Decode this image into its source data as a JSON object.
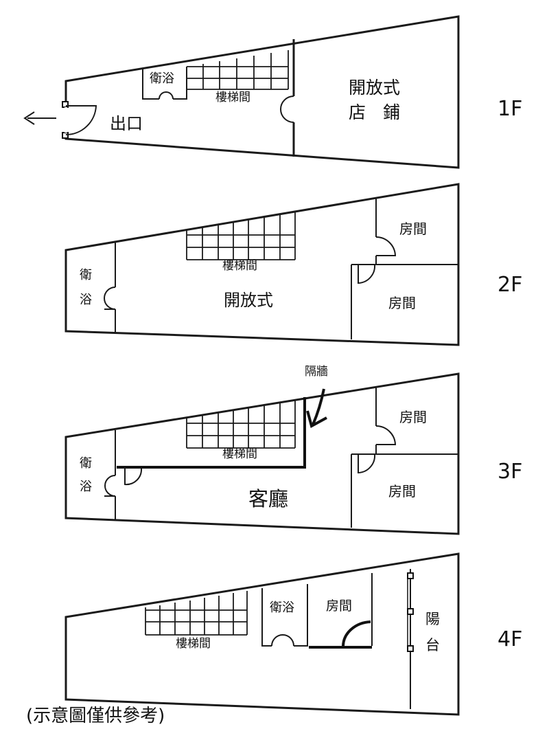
{
  "floors": [
    {
      "level": "1F",
      "rooms": {
        "bath": "衛浴",
        "stairs": "樓梯間",
        "shop_line1": "開放式",
        "shop_line2": "店　鋪",
        "exit": "出口"
      }
    },
    {
      "level": "2F",
      "rooms": {
        "bath_line1": "衛",
        "bath_line2": "浴",
        "stairs": "樓梯間",
        "open": "開放式",
        "room_a": "房間",
        "room_b": "房間"
      }
    },
    {
      "level": "3F",
      "rooms": {
        "bath_line1": "衛",
        "bath_line2": "浴",
        "stairs": "樓梯間",
        "living": "客廳",
        "room_a": "房間",
        "room_b": "房間",
        "partition": "隔牆"
      }
    },
    {
      "level": "4F",
      "rooms": {
        "stairs": "樓梯間",
        "bath": "衛浴",
        "room": "房間",
        "balcony_line1": "陽",
        "balcony_line2": "台"
      }
    }
  ],
  "note": "(示意圖僅供參考)"
}
